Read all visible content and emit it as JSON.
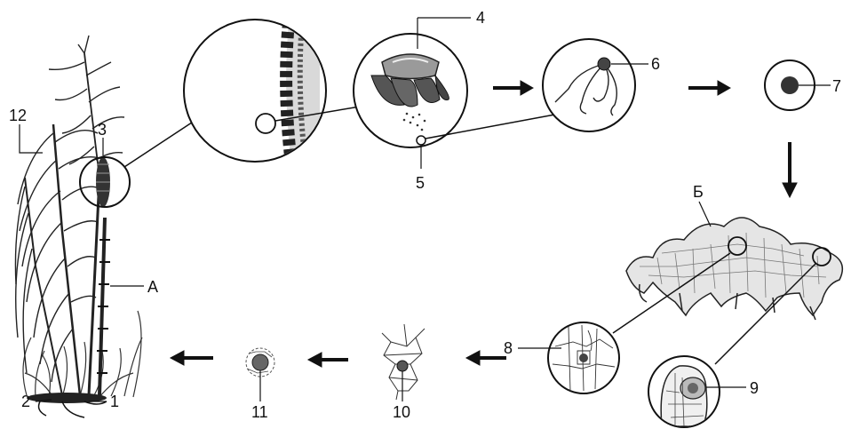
{
  "labels": {
    "n1": "1",
    "n2": "2",
    "n3": "3",
    "n4": "4",
    "n5": "5",
    "n6": "6",
    "n7": "7",
    "n8": "8",
    "n9": "9",
    "n10": "10",
    "n11": "11",
    "n12": "12",
    "A": "А",
    "B": "Б"
  }
}
